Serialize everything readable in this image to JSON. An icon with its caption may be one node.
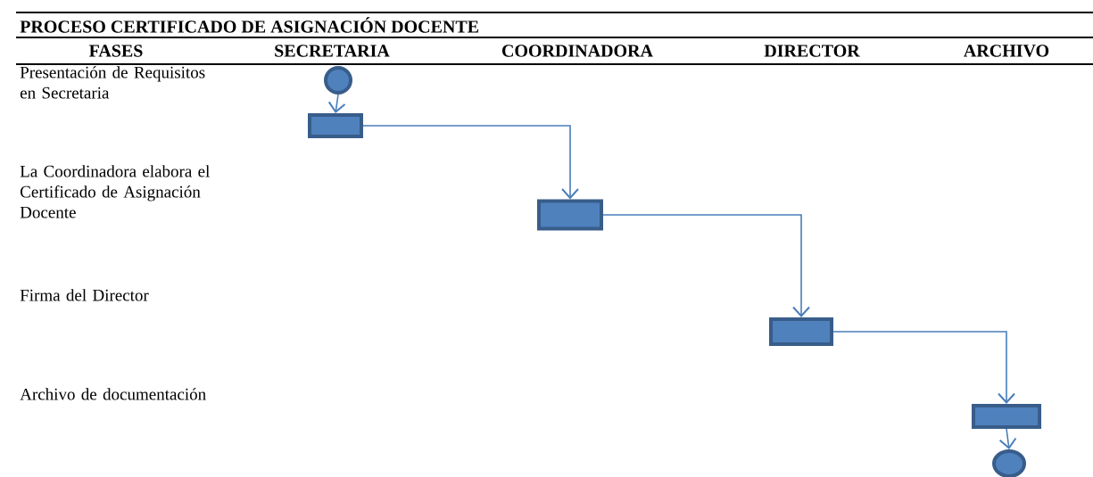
{
  "diagram": {
    "title": "PROCESO CERTIFICADO DE ASIGNACIÓN DOCENTE",
    "nodes": [
      {
        "text": [],
        "shape": "circle"
      },
      {
        "text": [],
        "shape": "box"
      },
      {
        "text": [],
        "shape": "box"
      },
      {
        "text": [],
        "shape": "box"
      },
      {
        "text": [],
        "shape": "box"
      },
      {
        "text": [],
        "shape": "circle"
      }
    ],
    "edges": [
      {
        "from": 0,
        "to": 1,
        "arrow": "to"
      },
      {
        "from": 1,
        "to": 2,
        "arrow": "to"
      },
      {
        "from": 2,
        "to": 3,
        "arrow": "to"
      },
      {
        "from": 3,
        "to": 4,
        "arrow": "to"
      },
      {
        "from": 4,
        "to": 5,
        "arrow": "to"
      }
    ],
    "labels": [
      "FASES",
      "SECRETARIA",
      "COORDINADORA",
      "DIRECTOR",
      "ARCHIVO",
      "Presentación de Requisitos en Secretaria",
      "La Coordinadora elabora el Certificado de Asignación Docente",
      "Firma del Director",
      "Archivo de documentación"
    ]
  }
}
